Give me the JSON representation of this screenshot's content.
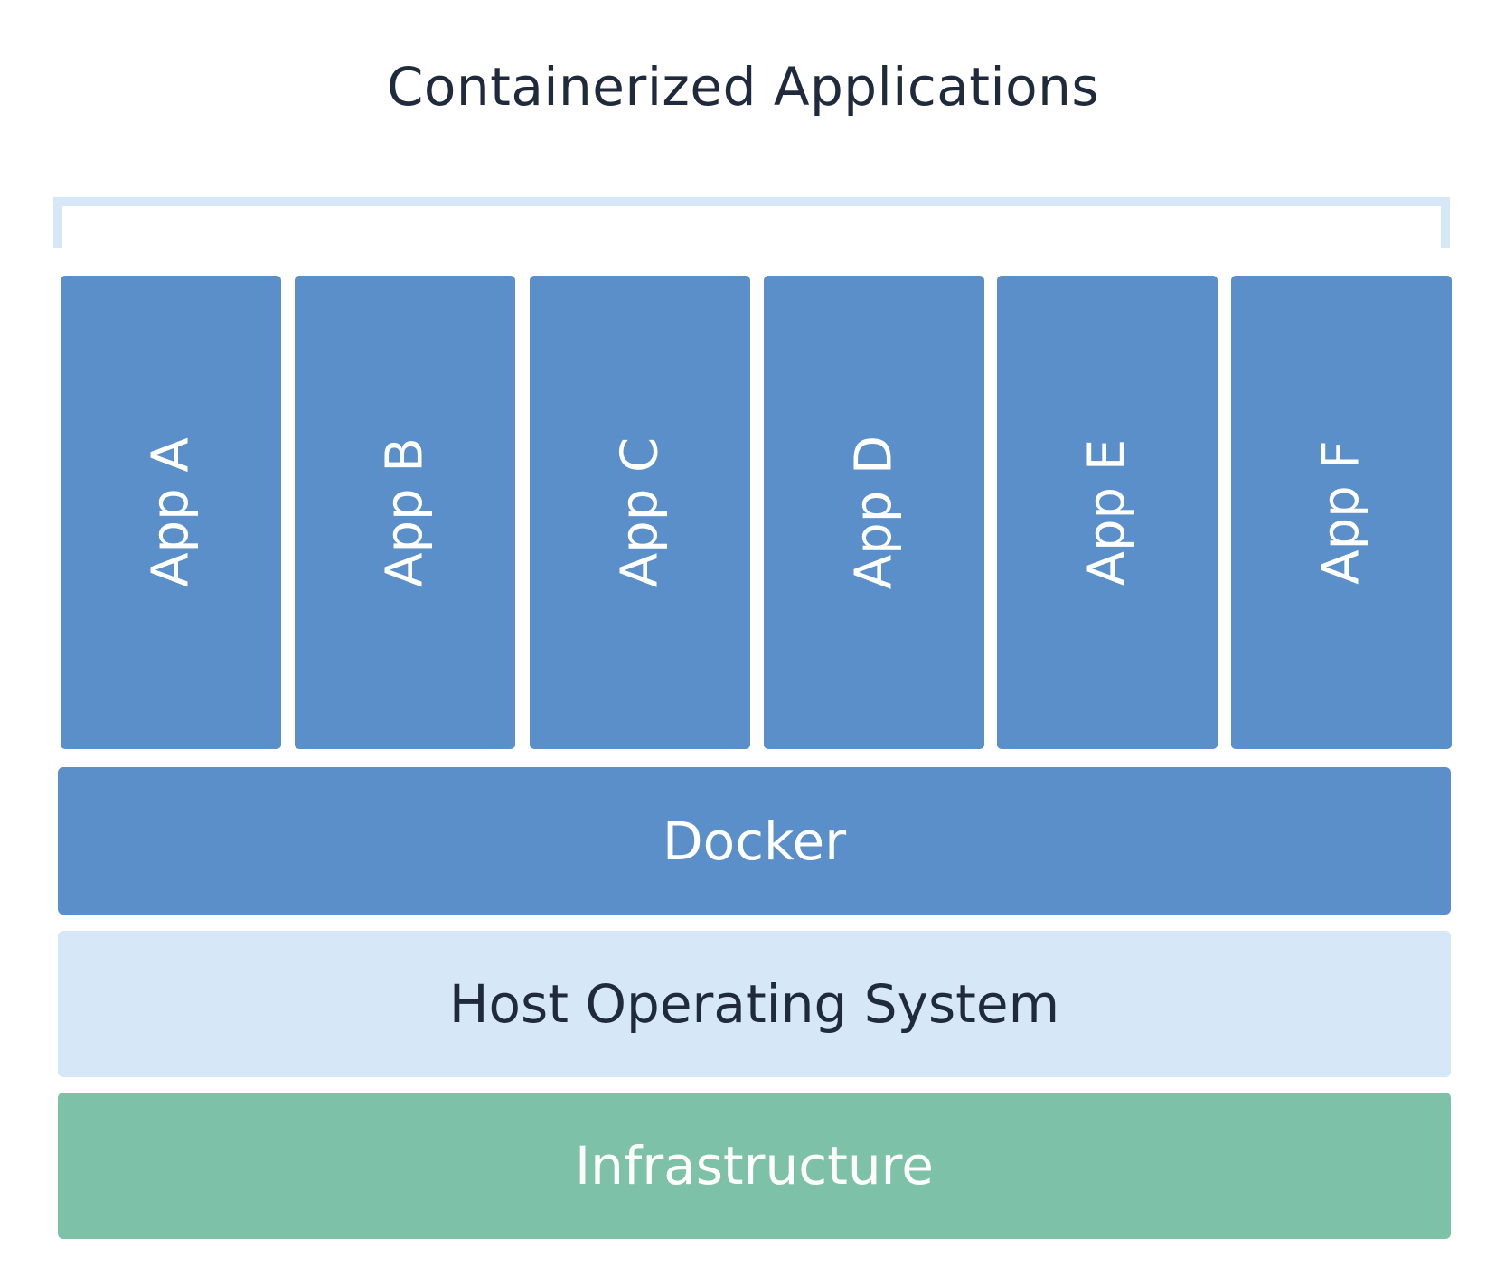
{
  "title": "Containerized Applications",
  "apps": [
    "App A",
    "App B",
    "App C",
    "App D",
    "App E",
    "App F"
  ],
  "layers": {
    "docker": "Docker",
    "host_os": "Host Operating System",
    "infrastructure": "Infrastructure"
  },
  "colors": {
    "title": "#1f2a3c",
    "bracket": "#d6e7f7",
    "app": "#5b8fc9",
    "docker": "#5b8fc9",
    "host": "#d6e7f7",
    "infra": "#7dc2a8"
  }
}
